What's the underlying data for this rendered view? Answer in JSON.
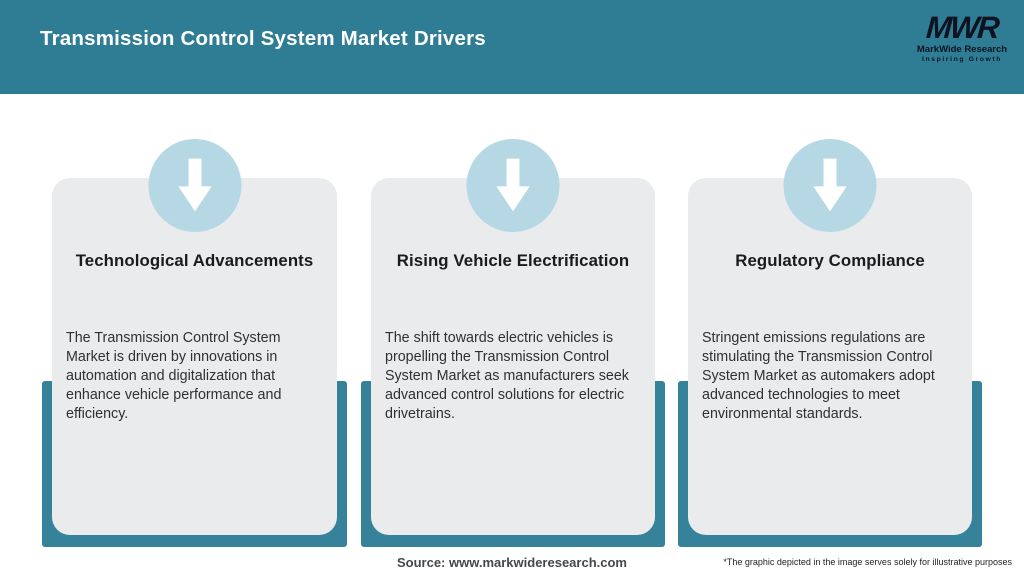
{
  "header": {
    "title": "Transmission Control System Market Drivers",
    "logo": {
      "acronym": "MWR",
      "name": "MarkWide Research",
      "tagline": "Inspiring Growth"
    }
  },
  "cards": [
    {
      "icon": "down-arrow-icon",
      "title": "Technological Advancements",
      "body": "The Transmission Control System Market is driven by innovations in automation and digitalization that enhance vehicle performance and efficiency."
    },
    {
      "icon": "down-arrow-icon",
      "title": "Rising Vehicle Electrification",
      "body": "The shift towards electric vehicles is propelling the Transmission Control System Market as manufacturers seek advanced control solutions for electric drivetrains."
    },
    {
      "icon": "down-arrow-icon",
      "title": "Regulatory Compliance",
      "body": "Stringent emissions regulations are stimulating the Transmission Control System Market as automakers adopt advanced technologies to meet environmental standards."
    }
  ],
  "footer": {
    "source": "Source: www.markwideresearch.com",
    "disclaimer": "*The graphic depicted in the image serves solely for illustrative purposes"
  },
  "colors": {
    "header_teal": "#2f7d94",
    "frame_teal": "#37829b",
    "card_bg": "#e9ebec",
    "circle_blue": "#b5d8e4",
    "arrow_white": "#ffffff",
    "logo_dark": "#0e1322"
  }
}
